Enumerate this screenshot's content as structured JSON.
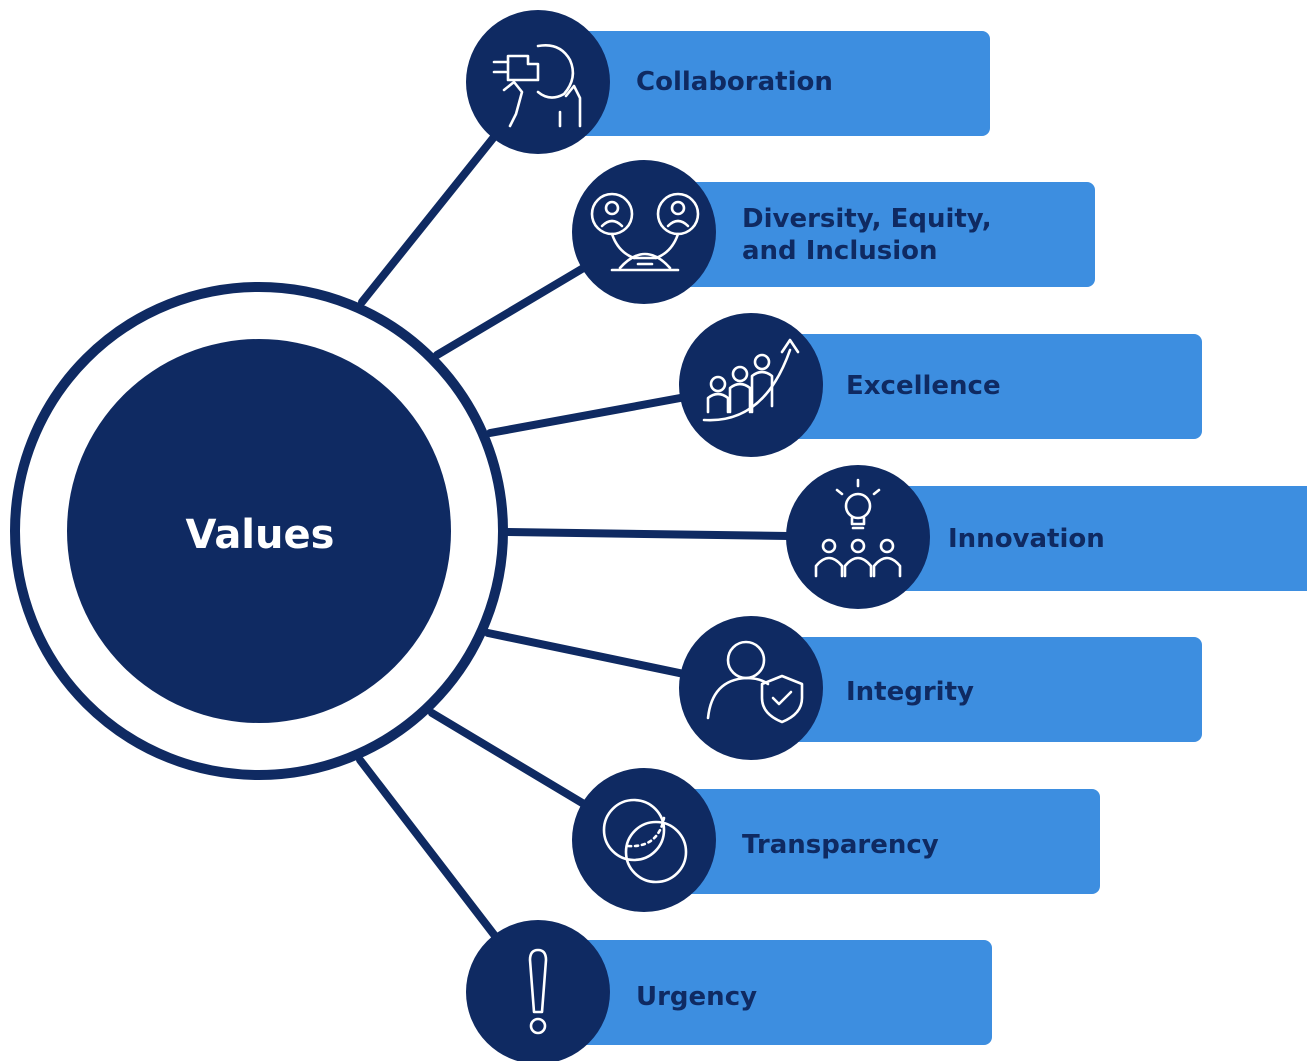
{
  "hub": {
    "title": "Values"
  },
  "values": [
    {
      "label": "Collaboration",
      "icon": "collaboration-icon"
    },
    {
      "label": "Diversity, Equity,\nand Inclusion",
      "icon": "diversity-equity-inclusion-icon"
    },
    {
      "label": "Excellence",
      "icon": "excellence-icon"
    },
    {
      "label": "Innovation",
      "icon": "innovation-icon"
    },
    {
      "label": "Integrity",
      "icon": "integrity-icon"
    },
    {
      "label": "Transparency",
      "icon": "transparency-icon"
    },
    {
      "label": "Urgency",
      "icon": "urgency-icon"
    }
  ],
  "colors": {
    "navy": "#0f2a62",
    "bar_blue": "#3d8ee0",
    "white": "#ffffff"
  }
}
